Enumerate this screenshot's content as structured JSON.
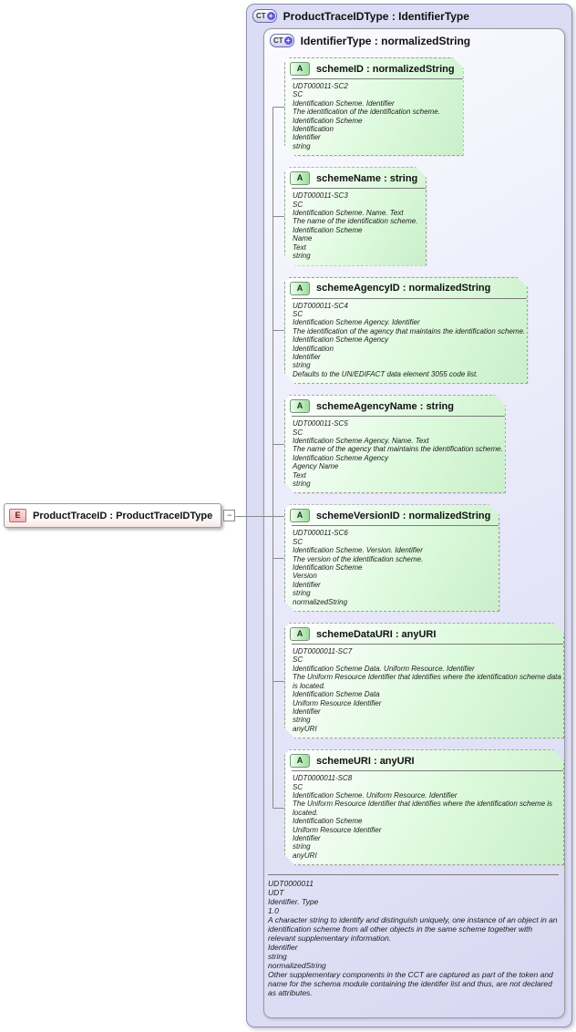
{
  "icons": {
    "complex_type": "CT",
    "attribute": "A",
    "element": "E",
    "expand_plus": "+",
    "collapse_minus": "−"
  },
  "colors": {
    "outer_lavender": "#dcdcf4",
    "attribute_green": "#d8f3d8",
    "element_pink": "#f1b6b6",
    "plus_icon_blue": "#5b5bd6"
  },
  "element_node": {
    "label": "ProductTraceID : ProductTraceIDType"
  },
  "outer_type": {
    "title": "ProductTraceIDType : IdentifierType"
  },
  "inner_type": {
    "title": "IdentifierType : normalizedString"
  },
  "attributes": [
    {
      "title": "schemeID : normalizedString",
      "doc": [
        "UDT000011-SC2",
        "SC",
        "Identification Scheme. Identifier",
        "The identification of the identification scheme.",
        "Identification Scheme",
        "Identification",
        "Identifier",
        "string"
      ]
    },
    {
      "title": "schemeName : string",
      "doc": [
        "UDT000011-SC3",
        "SC",
        "Identification Scheme. Name. Text",
        "The name of the identification scheme.",
        "Identification Scheme",
        "Name",
        "Text",
        "string"
      ]
    },
    {
      "title": "schemeAgencyID : normalizedString",
      "doc": [
        "UDT000011-SC4",
        "SC",
        "Identification Scheme Agency. Identifier",
        "The identification of the agency that maintains the identification scheme.",
        "Identification Scheme Agency",
        "Identification",
        "Identifier",
        "string",
        "Defaults to the UN/EDIFACT data element 3055 code list."
      ]
    },
    {
      "title": "schemeAgencyName : string",
      "doc": [
        "UDT000011-SC5",
        "SC",
        "Identification Scheme Agency. Name. Text",
        "The name of the agency that maintains the identification scheme.",
        "Identification Scheme Agency",
        "Agency Name",
        "Text",
        "string"
      ]
    },
    {
      "title": "schemeVersionID : normalizedString",
      "doc": [
        "UDT000011-SC6",
        "SC",
        "Identification Scheme. Version. Identifier",
        "The version of the identification scheme.",
        "Identification Scheme",
        "Version",
        "Identifier",
        "string",
        "normalizedString"
      ]
    },
    {
      "title": "schemeDataURI : anyURI",
      "doc": [
        "UDT0000011-SC7",
        "SC",
        "Identification Scheme Data. Uniform Resource. Identifier",
        "The Uniform Resource Identifier that identifies where the identification scheme data is located.",
        "Identification Scheme Data",
        "Uniform Resource Identifier",
        "Identifier",
        "string",
        "anyURI"
      ]
    },
    {
      "title": "schemeURI : anyURI",
      "doc": [
        "UDT0000011-SC8",
        "SC",
        "Identification Scheme. Uniform Resource. Identifier",
        "The Uniform Resource Identifier that identifies where the identification scheme is located.",
        "Identification Scheme",
        "Uniform Resource Identifier",
        "Identifier",
        "string",
        "anyURI"
      ]
    }
  ],
  "type_doc": [
    "UDT0000011",
    "UDT",
    "Identifier. Type",
    "1.0",
    "A character string to identify and distinguish uniquely, one instance of an object in an identification scheme from all other objects in the same scheme together with relevant supplementary information.",
    "Identifier",
    "string",
    "normalizedString",
    "Other supplementary components in the CCT are captured as part of the token and name for the schema module containing the identifer list and thus, are not declared as attributes."
  ]
}
